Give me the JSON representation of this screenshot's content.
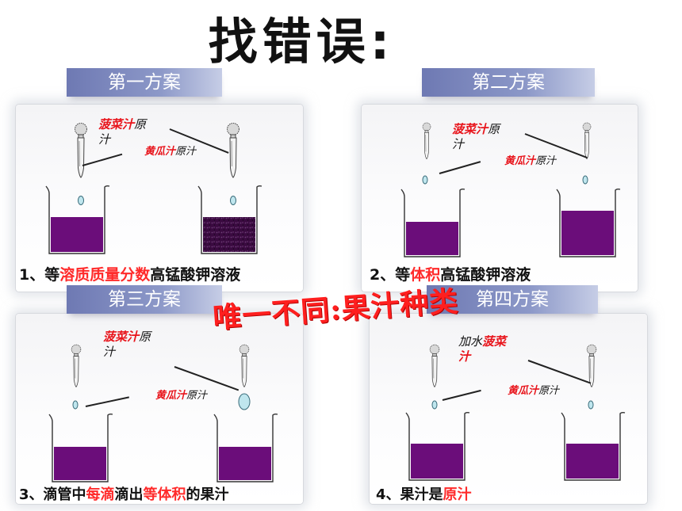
{
  "title": "找错误:",
  "stamp_text": "唯一不同:果汁种类",
  "colors": {
    "liquid": "#6b0d7a",
    "highlight": "#ff2a2a",
    "tab": "#7a84bb"
  },
  "plans": [
    {
      "tab": "第一方案",
      "left_label_red": "菠菜汁",
      "left_label_rest": "原",
      "left_label_line2": "汁",
      "right_label_red": "黄瓜汁",
      "right_label_rest": "原汁",
      "caption_num": "1、等",
      "caption_hl": "溶质质量分数",
      "caption_rest": "高锰酸钾溶液"
    },
    {
      "tab": "第二方案",
      "left_label_red": "菠菜汁",
      "left_label_rest": "原",
      "left_label_line2": "汁",
      "right_label_red": "黄瓜汁",
      "right_label_rest": "原汁",
      "caption_num": "2、等",
      "caption_hl": "体积",
      "caption_rest": "高锰酸钾溶液"
    },
    {
      "tab": "第三方案",
      "left_label_red": "菠菜汁",
      "left_label_rest": "原",
      "left_label_line2": "汁",
      "right_label_red": "黄瓜汁",
      "right_label_rest": "原汁",
      "caption_num": "3、滴管中",
      "caption_hl": "每滴",
      "caption_mid": "滴出",
      "caption_hl2": "等体积",
      "caption_rest": "的果汁"
    },
    {
      "tab": "第四方案",
      "left_label_black": "加水",
      "left_label_red": "菠菜",
      "left_label_line2": "汁",
      "right_label_red": "黄瓜汁",
      "right_label_rest": "原汁",
      "caption_num": "4、果汁是",
      "caption_hl": "原汁"
    }
  ]
}
